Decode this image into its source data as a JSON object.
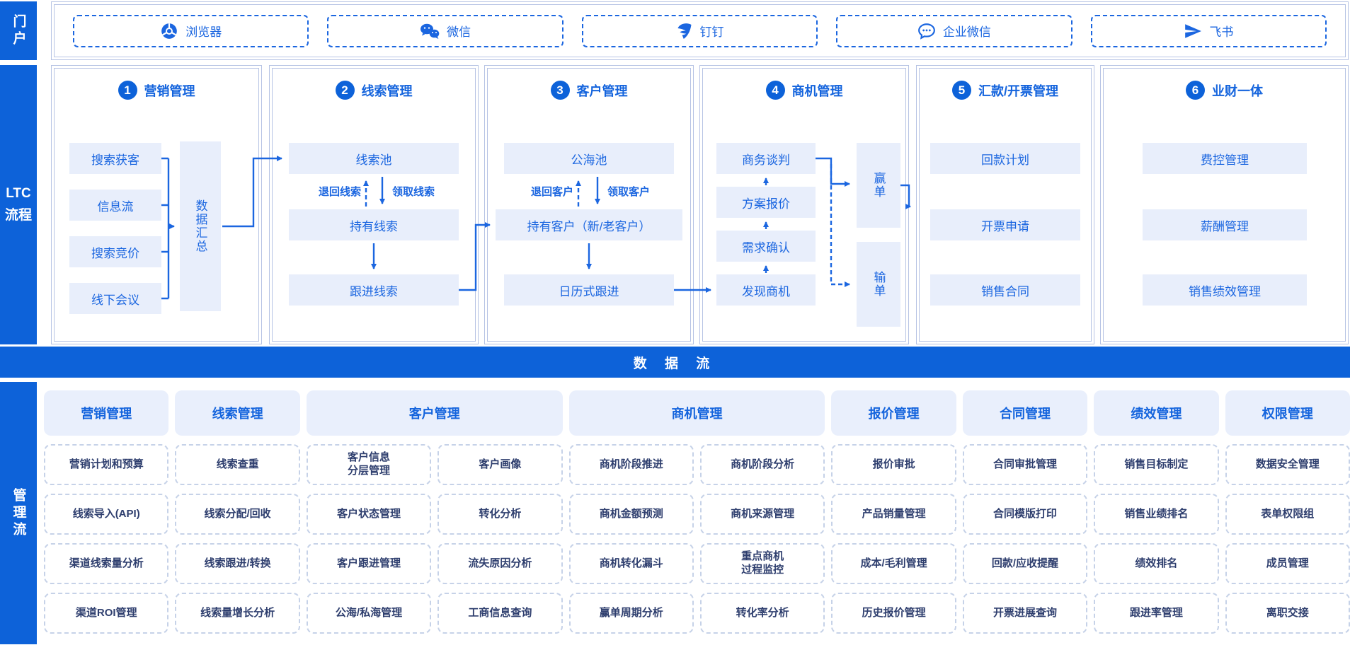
{
  "colors": {
    "rail_blue": "#0d62d9",
    "accent_blue": "#1b66e0",
    "title_blue": "#1464dd",
    "box_fill": "#e8eefb",
    "head_fill": "#e9effc",
    "navy_text": "#2e3e6e",
    "panel_border": "#b6c3e4",
    "dash_border": "#c6d2e8"
  },
  "sidebar": {
    "portal": "门户",
    "ltc_line1": "LTC",
    "ltc_line2": "流程",
    "mgmt": "管理流"
  },
  "portal": {
    "items": [
      {
        "icon": "chrome-browser-icon",
        "label": "浏览器"
      },
      {
        "icon": "wechat-icon",
        "label": "微信"
      },
      {
        "icon": "dingtalk-icon",
        "label": "钉钉"
      },
      {
        "icon": "wecom-icon",
        "label": "企业微信"
      },
      {
        "icon": "feishu-icon",
        "label": "飞书"
      }
    ]
  },
  "ltc": {
    "sections": [
      {
        "num": "1",
        "title": "营销管理",
        "items": [
          "搜索获客",
          "信息流",
          "搜索竞价",
          "线下会议"
        ],
        "aggregate": "数据汇总"
      },
      {
        "num": "2",
        "title": "线索管理",
        "items": [
          "线索池",
          "持有线索",
          "跟进线索"
        ],
        "up_label": "退回线索",
        "down_label": "领取线索"
      },
      {
        "num": "3",
        "title": "客户管理",
        "items": [
          "公海池",
          "持有客户（新/老客户）",
          "日历式跟进"
        ],
        "up_label": "退回客户",
        "down_label": "领取客户"
      },
      {
        "num": "4",
        "title": "商机管理",
        "items": [
          "商务谈判",
          "方案报价",
          "需求确认",
          "发现商机"
        ],
        "win": "赢单",
        "lose": "输单"
      },
      {
        "num": "5",
        "title": "汇款/开票管理",
        "items": [
          "回款计划",
          "开票申请",
          "销售合同"
        ]
      },
      {
        "num": "6",
        "title": "业财一体",
        "items": [
          "费控管理",
          "薪酬管理",
          "销售绩效管理"
        ]
      }
    ]
  },
  "data_flow": {
    "label": "数 据 流"
  },
  "mgmt": {
    "groups": [
      {
        "title": "营销管理",
        "cols": [
          [
            "营销计划和预算",
            "线索导入(API)",
            "渠道线索量分析",
            "渠道ROI管理"
          ]
        ]
      },
      {
        "title": "线索管理",
        "cols": [
          [
            "线索查重",
            "线索分配/回收",
            "线索跟进/转换",
            "线索量增长分析"
          ]
        ]
      },
      {
        "title": "客户管理",
        "cols": [
          [
            "客户信息\n分层管理",
            "客户状态管理",
            "客户跟进管理",
            "公海/私海管理"
          ],
          [
            "客户画像",
            "转化分析",
            "流失原因分析",
            "工商信息查询"
          ]
        ]
      },
      {
        "title": "商机管理",
        "cols": [
          [
            "商机阶段推进",
            "商机金额预测",
            "商机转化漏斗",
            "赢单周期分析"
          ],
          [
            "商机阶段分析",
            "商机来源管理",
            "重点商机\n过程监控",
            "转化率分析"
          ]
        ]
      },
      {
        "title": "报价管理",
        "cols": [
          [
            "报价审批",
            "产品销量管理",
            "成本/毛利管理",
            "历史报价管理"
          ]
        ]
      },
      {
        "title": "合同管理",
        "cols": [
          [
            "合同审批管理",
            "合同模版打印",
            "回款/应收提醒",
            "开票进展查询"
          ]
        ]
      },
      {
        "title": "绩效管理",
        "cols": [
          [
            "销售目标制定",
            "销售业绩排名",
            "绩效排名",
            "跟进率管理"
          ]
        ]
      },
      {
        "title": "权限管理",
        "cols": [
          [
            "数据安全管理",
            "表单权限组",
            "成员管理",
            "离职交接"
          ]
        ]
      }
    ]
  }
}
